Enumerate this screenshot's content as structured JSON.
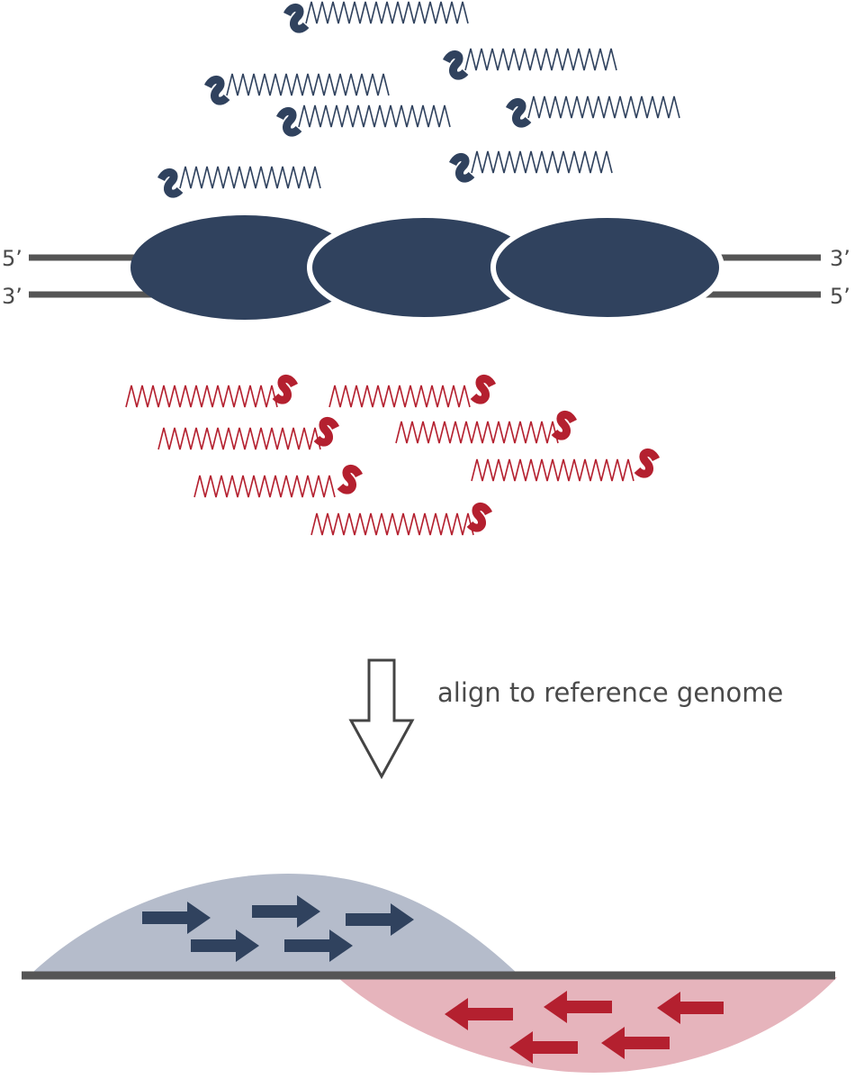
{
  "strand_labels": {
    "top_left": "5’",
    "bottom_left": "3’",
    "top_right": "3’",
    "bottom_right": "5’"
  },
  "step_label": "align to reference genome",
  "colors": {
    "navy": "#30425e",
    "red": "#b4202f",
    "dna": "#555555",
    "peak_blue": "#b5bccb",
    "peak_red": "#e6b4bc",
    "arrow_outline": "#444444",
    "text": "#4a4a4a"
  }
}
